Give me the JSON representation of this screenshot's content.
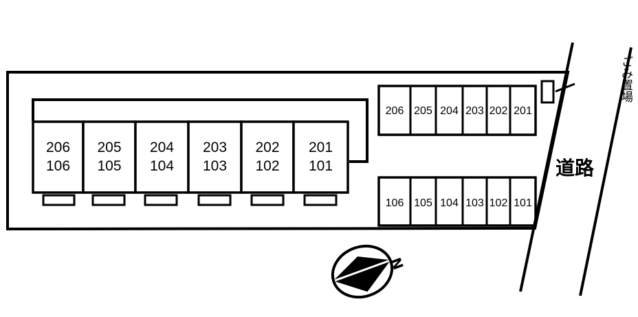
{
  "building": {
    "units": [
      {
        "upper": "206",
        "lower": "106"
      },
      {
        "upper": "205",
        "lower": "105"
      },
      {
        "upper": "204",
        "lower": "104"
      },
      {
        "upper": "203",
        "lower": "103"
      },
      {
        "upper": "202",
        "lower": "102"
      },
      {
        "upper": "201",
        "lower": "101"
      }
    ]
  },
  "parking": {
    "upper_row": [
      "206",
      "205",
      "204",
      "203",
      "202",
      "201"
    ],
    "lower_row": [
      "106",
      "105",
      "104",
      "103",
      "102",
      "101"
    ]
  },
  "labels": {
    "garbage": "ごみ置場",
    "road": "道路",
    "north": "N"
  }
}
